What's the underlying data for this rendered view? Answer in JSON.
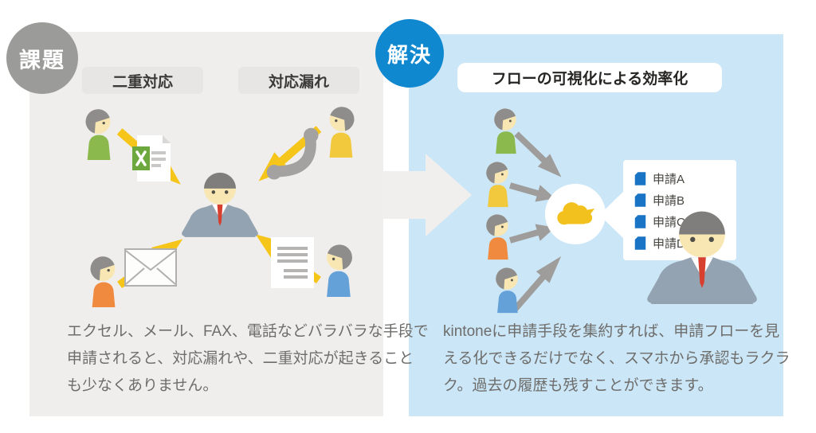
{
  "palette": {
    "gray_panel": "#efeeed",
    "blue_panel": "#cbe6f6",
    "problem_badge": "#9b9b99",
    "solution_badge": "#1088d0",
    "pill_bg": "#e7e6e4",
    "big_arrow": "#f0efed",
    "arrow_yellow": "#f6c51a",
    "arrow_gray": "#9e9d9b",
    "person_green": "#8cb94e",
    "person_yellow": "#f2c83c",
    "person_orange": "#f08a3f",
    "person_blue": "#64a1d8",
    "hair_gray": "#8e8d8b",
    "skin": "#f8e7b2",
    "suit_gray_blue": "#93a3b1",
    "tie_red": "#d7402f",
    "cloud_yellow": "#f2c11e",
    "file_blue": "#1a74c5",
    "excel_green": "#6ca83d",
    "text_dark": "#3b3a38",
    "text_body": "#6e6d6b"
  },
  "problem": {
    "badge": "課題",
    "labels": [
      "二重対応",
      "対応漏れ"
    ],
    "description_lines": [
      "エクセル、メール、FAX、電話などバラバラな手段で",
      "申請されると、対応漏れや、二重対応が起きること",
      "も少なくありません。"
    ]
  },
  "solution": {
    "badge": "解決",
    "title": "フローの可視化による効率化",
    "apps": [
      "申請A",
      "申請B",
      "申請C",
      "申請D"
    ],
    "description_lines": [
      "kintoneに申請手段を集約すれば、申請フローを見",
      "える化できるだけでなく、スマホから承認もラクラ",
      "ク。過去の履歴も残すことができます。"
    ]
  }
}
